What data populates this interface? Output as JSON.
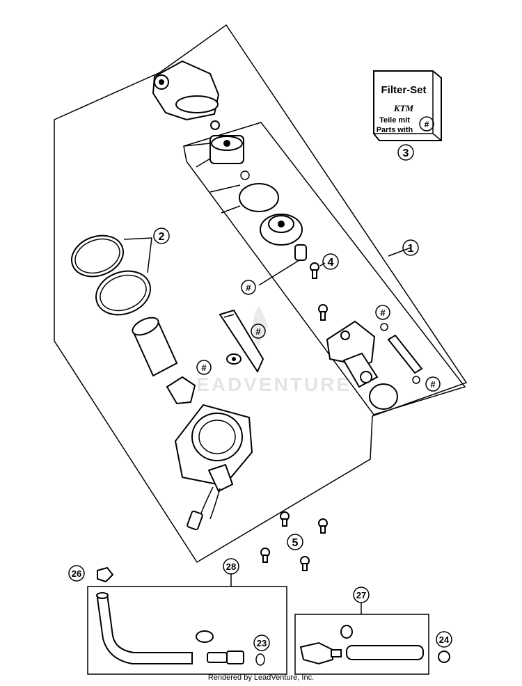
{
  "filter_set": {
    "title": "Filter-Set",
    "brand": "KTM",
    "line1": "Teile mit",
    "line2": "Parts with",
    "symbol": "#"
  },
  "callouts": {
    "c1": "1",
    "c2": "2",
    "c3": "3",
    "c4": "4",
    "c5": "5",
    "c23": "23",
    "c24": "24",
    "c26": "26",
    "c27": "27",
    "c28": "28"
  },
  "hash_marks": {
    "h1": "#",
    "h2": "#",
    "h3": "#",
    "h4": "#",
    "h5": "#"
  },
  "watermark": "LEADVENTURE",
  "footer": "Rendered by LeadVenture, Inc."
}
